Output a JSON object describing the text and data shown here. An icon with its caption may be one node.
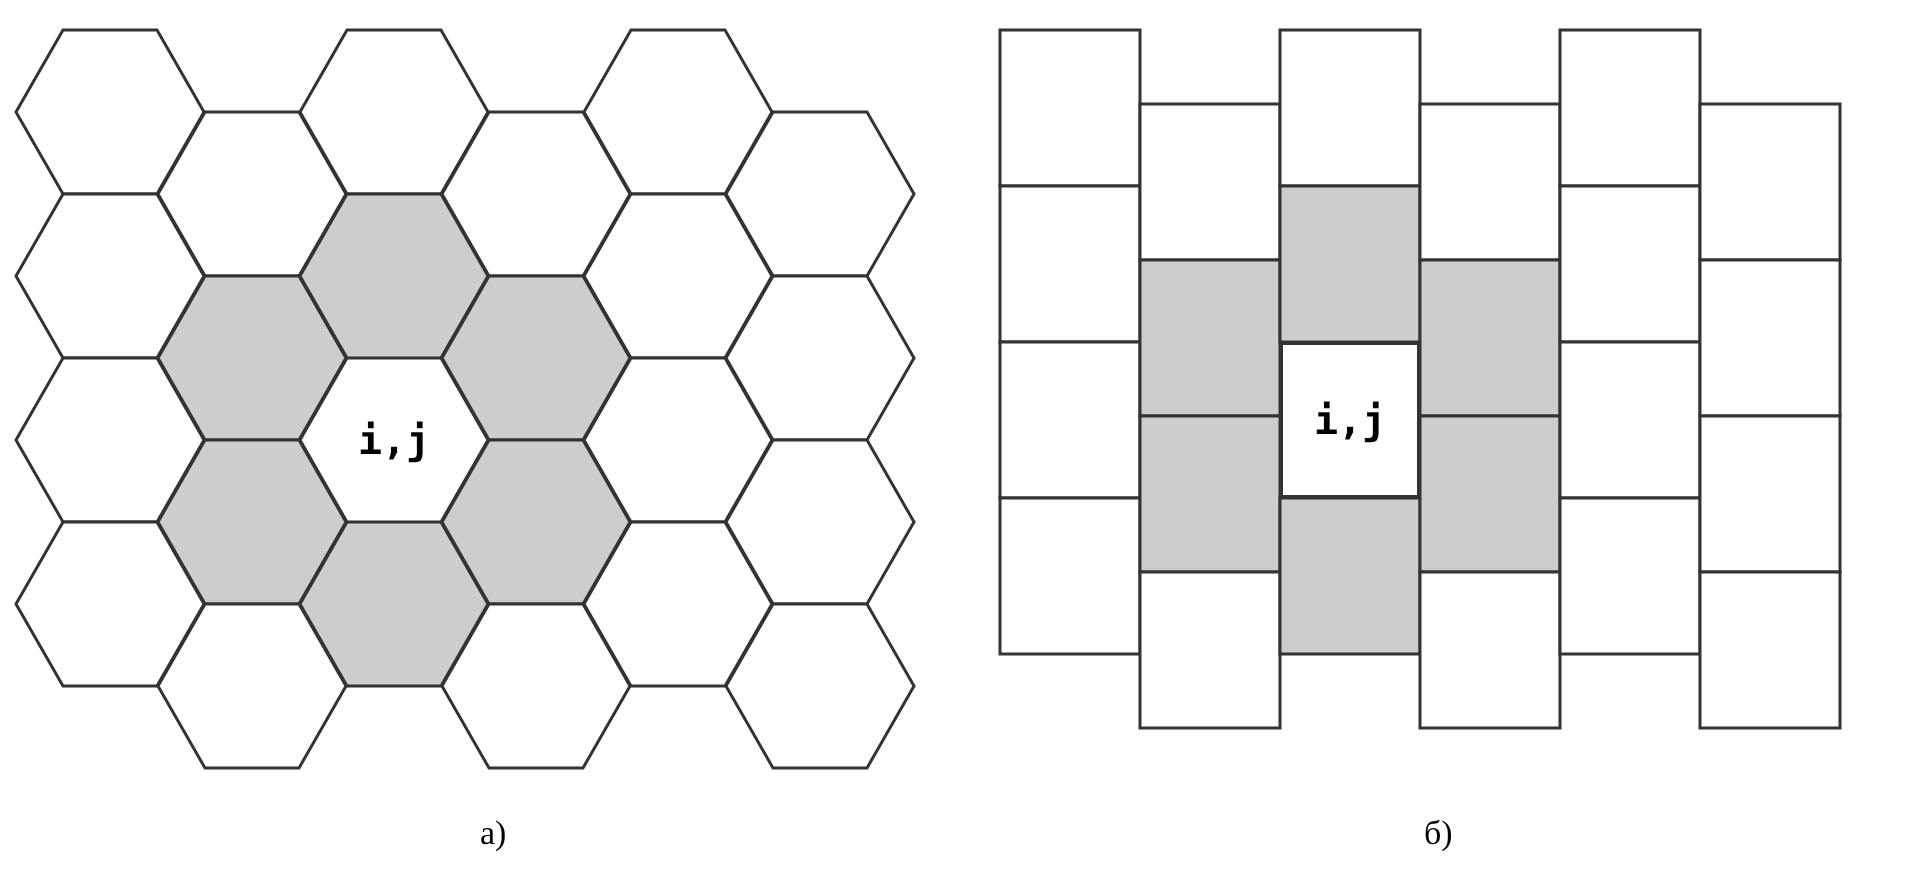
{
  "diagram": {
    "nodes": [
      {
        "text": [
          "i,j"
        ]
      },
      {
        "text": [
          "i,j"
        ]
      }
    ],
    "labels": [
      "а)",
      "б)"
    ]
  }
}
